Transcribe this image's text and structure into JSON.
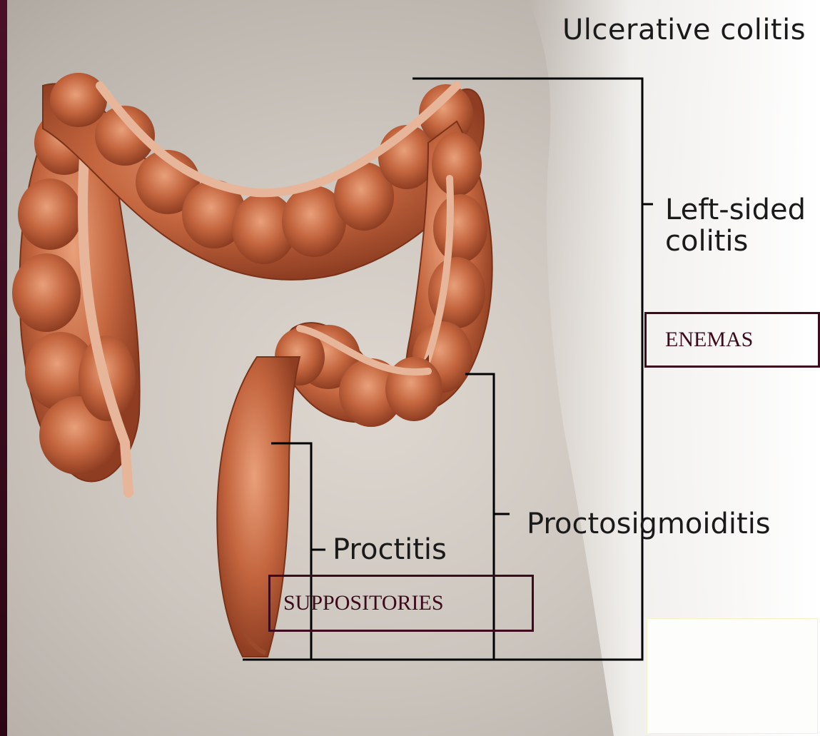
{
  "title": "Ulcerative colitis",
  "labels": {
    "left_sided": "Left-sided colitis",
    "proctosigmoiditis": "Proctosigmoiditis",
    "proctitis": "Proctitis"
  },
  "boxes": {
    "enemas": "ENEMAS",
    "suppositories": "SUPPOSITORIES"
  },
  "colors": {
    "box_border": "#3b0a1c",
    "colon": "#c46a45",
    "skin": "#cdc6bf"
  }
}
